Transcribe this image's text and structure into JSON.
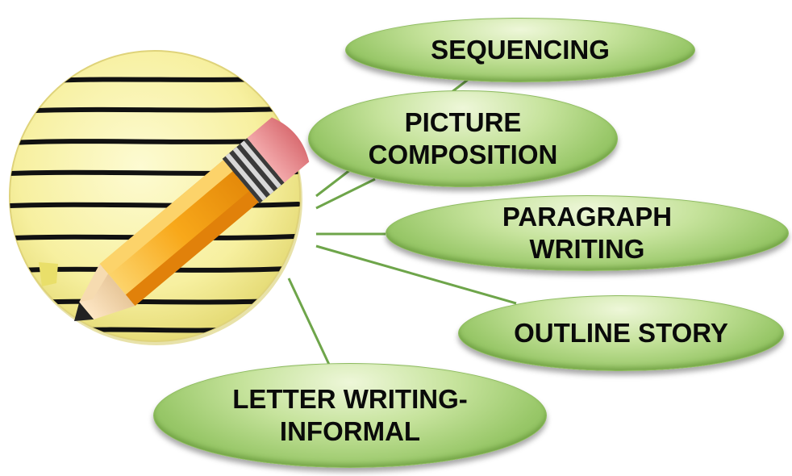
{
  "diagram": {
    "nodes": {
      "sequencing": {
        "lines": [
          "SEQUENCING"
        ]
      },
      "picture_composition": {
        "lines": [
          "PICTURE",
          "COMPOSITION"
        ]
      },
      "paragraph_writing": {
        "lines": [
          "PARAGRAPH",
          "WRITING"
        ]
      },
      "outline_story": {
        "lines": [
          "OUTLINE STORY"
        ]
      },
      "letter_writing": {
        "lines": [
          "LETTER WRITING-",
          "INFORMAL"
        ]
      }
    },
    "colors": {
      "node_fill": "#a5d07a",
      "connector": "#6ea54a",
      "notepad": "#fbf7b4",
      "pencil_body": "#f6a515",
      "eraser": "#e8898c"
    },
    "icons": [
      "pencil-notepad-icon"
    ]
  }
}
